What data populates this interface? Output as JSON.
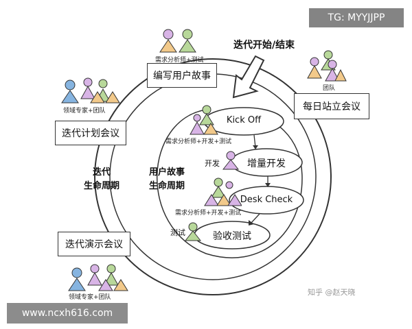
{
  "watermarks": {
    "top_right": "TG: MYYJJPP",
    "bottom_left": "www.ncxh616.com",
    "bottom_right": "知乎 @赵天晓"
  },
  "header": {
    "cycle_start_end": "迭代开始/结束"
  },
  "outer_boxes": {
    "write_stories": "编写用户故事",
    "daily_standup": "每日站立会议",
    "iteration_planning": "迭代计划会议",
    "iteration_demo": "迭代演示会议"
  },
  "role_labels": {
    "ba_test_top": "需求分析师+测试",
    "team": "团队",
    "domain_team_top": "领域专家+团队",
    "domain_team_bottom": "领域专家+团队",
    "ba_dev_test_1": "需求分析师+开发+测试",
    "dev": "开发",
    "ba_dev_test_2": "需求分析师+开发+测试",
    "test": "测试"
  },
  "cycle_labels": {
    "iteration_lifecycle_line1": "迭代",
    "iteration_lifecycle_line2": "生命周期",
    "story_lifecycle_line1": "用户故事",
    "story_lifecycle_line2": "生命周期"
  },
  "inner_steps": {
    "kickoff": "Kick Off",
    "development": "增量开发",
    "desk_check": "Desk Check",
    "acceptance_test": "验收测试"
  },
  "colors": {
    "green_person": "#b8d89a",
    "blue_person": "#86b4e0",
    "purple_person": "#d8b4e6",
    "orange_person": "#f2c98a",
    "stroke": "#333333"
  }
}
